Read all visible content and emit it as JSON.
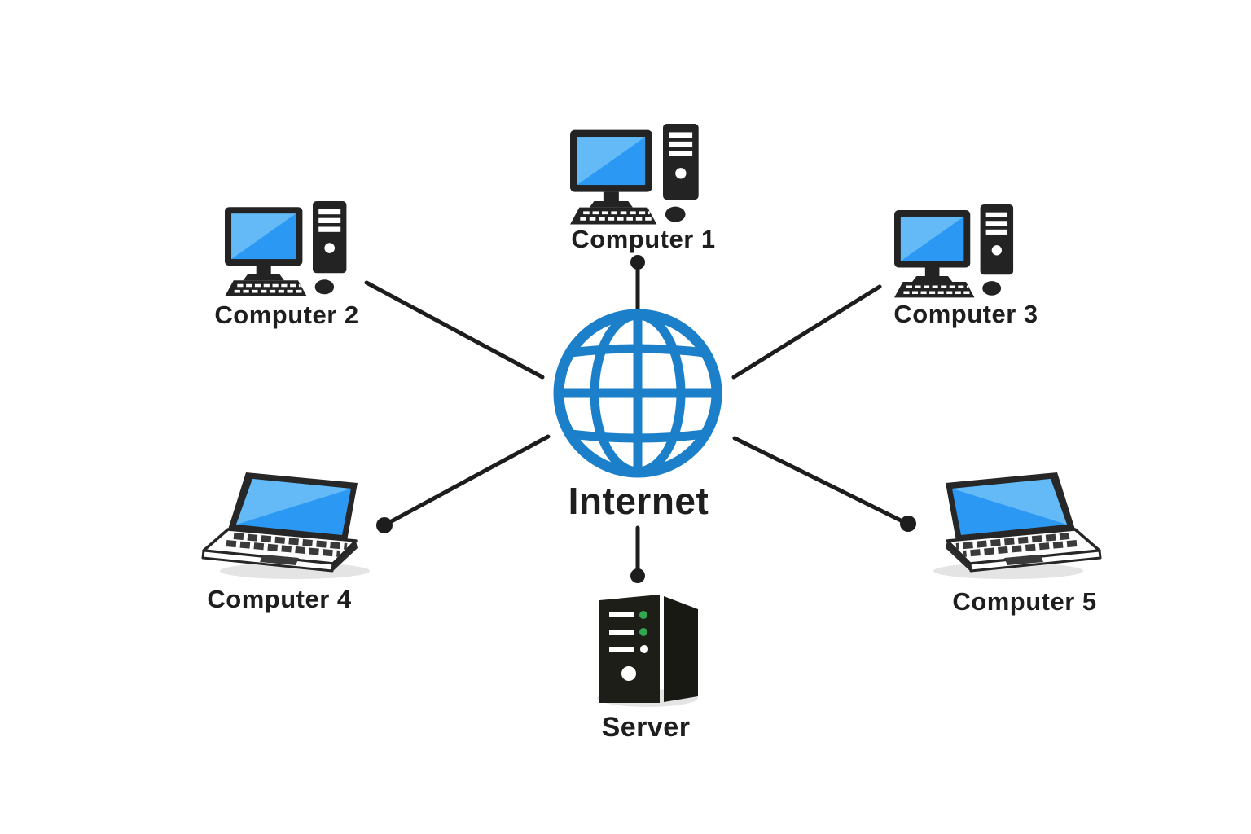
{
  "colors": {
    "globe_blue": "#1b80c9",
    "screen_blue": "#2b98f4",
    "screen_highlight": "#63baf7",
    "icon_dark": "#232323",
    "line_black": "#1d1d1d",
    "led_green": "#2fa84f",
    "shadow_gray": "#e4e4e4",
    "label_black": "#1e1e1e"
  },
  "diagram": {
    "hub": {
      "id": "internet",
      "label": "Internet",
      "icon": "globe-icon"
    },
    "nodes": [
      {
        "id": "computer-1",
        "label": "Computer 1",
        "icon": "desktop-computer-icon",
        "position": "top-center"
      },
      {
        "id": "computer-2",
        "label": "Computer 2",
        "icon": "desktop-computer-icon",
        "position": "upper-left"
      },
      {
        "id": "computer-3",
        "label": "Computer 3",
        "icon": "desktop-computer-icon",
        "position": "upper-right"
      },
      {
        "id": "computer-4",
        "label": "Computer 4",
        "icon": "laptop-icon",
        "position": "lower-left"
      },
      {
        "id": "computer-5",
        "label": "Computer 5",
        "icon": "laptop-icon",
        "position": "lower-right"
      },
      {
        "id": "server",
        "label": "Server",
        "icon": "server-tower-icon",
        "position": "bottom-center"
      }
    ],
    "edges": [
      {
        "from": "computer-1",
        "to": "internet"
      },
      {
        "from": "computer-2",
        "to": "internet"
      },
      {
        "from": "computer-3",
        "to": "internet"
      },
      {
        "from": "computer-4",
        "to": "internet"
      },
      {
        "from": "computer-5",
        "to": "internet"
      },
      {
        "from": "server",
        "to": "internet"
      }
    ]
  }
}
